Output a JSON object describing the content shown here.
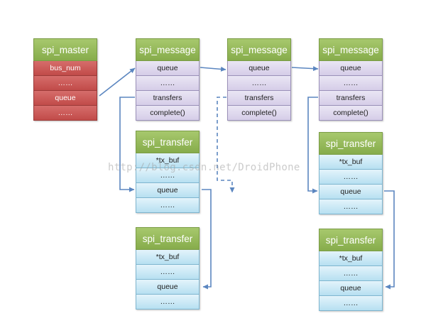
{
  "spi_master": {
    "title": "spi_master",
    "fields": [
      "bus_num",
      "……",
      "queue",
      "……"
    ]
  },
  "spi_messages": [
    {
      "title": "spi_message",
      "fields": [
        "queue",
        "……",
        "transfers",
        "complete()"
      ]
    },
    {
      "title": "spi_message",
      "fields": [
        "queue",
        "……",
        "transfers",
        "complete()"
      ]
    },
    {
      "title": "spi_message",
      "fields": [
        "queue",
        "……",
        "transfers",
        "complete()"
      ]
    }
  ],
  "spi_transfers": [
    {
      "title": "spi_transfer",
      "fields": [
        "*tx_buf",
        "……",
        "queue",
        "……"
      ]
    },
    {
      "title": "spi_transfer",
      "fields": [
        "*tx_buf",
        "……",
        "queue",
        "……"
      ]
    },
    {
      "title": "spi_transfer",
      "fields": [
        "*tx_buf",
        "……",
        "queue",
        "……"
      ]
    },
    {
      "title": "spi_transfer",
      "fields": [
        "*tx_buf",
        "……",
        "queue",
        "……"
      ]
    }
  ],
  "watermark": "http://blog.csdn.net/DroidPhone",
  "colors": {
    "header_green": "#96b957",
    "master_red": "#c65855",
    "message_purple": "#ddd6ec",
    "transfer_cyan": "#c8e8f5",
    "arrow_blue": "#5b86c0"
  }
}
